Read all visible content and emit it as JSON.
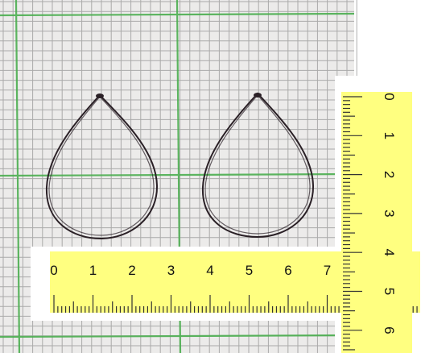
{
  "colors": {
    "paper": "#ecebea",
    "fine_grid": "#9a9a9a",
    "major_grid": "#4caf50",
    "ruler": "#ffff80",
    "ruler_shadow": "#ffffff",
    "ink": "#2a2026"
  },
  "horizontal_ruler": {
    "labels": [
      "0",
      "1",
      "2",
      "3",
      "4",
      "5",
      "6",
      "7"
    ]
  },
  "vertical_ruler": {
    "labels": [
      "0",
      "1",
      "2",
      "3",
      "4",
      "5",
      "6"
    ]
  },
  "objects": [
    "teardrop-wire-earring-left",
    "teardrop-wire-earring-right"
  ]
}
